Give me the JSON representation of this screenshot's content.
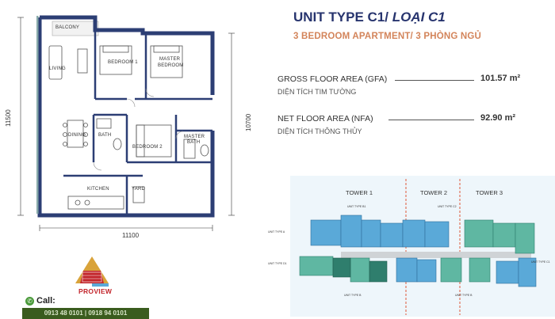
{
  "header": {
    "title_main": "UNIT TYPE C1/ ",
    "title_italic": "LOẠI C1",
    "subtitle": "3 BEDROOM APARTMENT/ 3 PHÒNG NGỦ"
  },
  "areas": {
    "gfa": {
      "label": "GROSS FLOOR AREA (GFA)",
      "sub": "DIỆN TÍCH TIM TƯỜNG",
      "value": "101.57 m²"
    },
    "nfa": {
      "label": "NET FLOOR AREA (NFA)",
      "sub": "DIỆN TÍCH THÔNG THỦY",
      "value": "92.90 m²"
    }
  },
  "floor_plan": {
    "rooms": {
      "balcony": "BALCONY",
      "living": "LIVING",
      "bedroom1": "BEDROOM 1",
      "master_bedroom_line1": "MASTER",
      "master_bedroom_line2": "BEDROOM",
      "dining": "DINING",
      "bath": "BATH",
      "bedroom2": "BEDROOM 2",
      "master_bath_line1": "MASTER",
      "master_bath_line2": "BATH",
      "kitchen": "KITCHEN",
      "yard": "YARD"
    },
    "dimensions": {
      "height_left": "11500",
      "height_right": "10700",
      "width": "11100"
    }
  },
  "site_plan": {
    "towers": [
      "TOWER 1",
      "TOWER 2",
      "TOWER 3"
    ]
  },
  "brand": {
    "name": "PROVIEW",
    "call_label": "Call:",
    "phone": "0913 48 0101 | 0918 94 0101"
  },
  "colors": {
    "title": "#27346e",
    "subtitle": "#d3845a",
    "wall": "#2c3e74",
    "tower_blue": "#5aa9d8",
    "tower_green": "#5fb7a2",
    "tower_dark_green": "#2f7e6d",
    "divider": "#e0735a"
  }
}
